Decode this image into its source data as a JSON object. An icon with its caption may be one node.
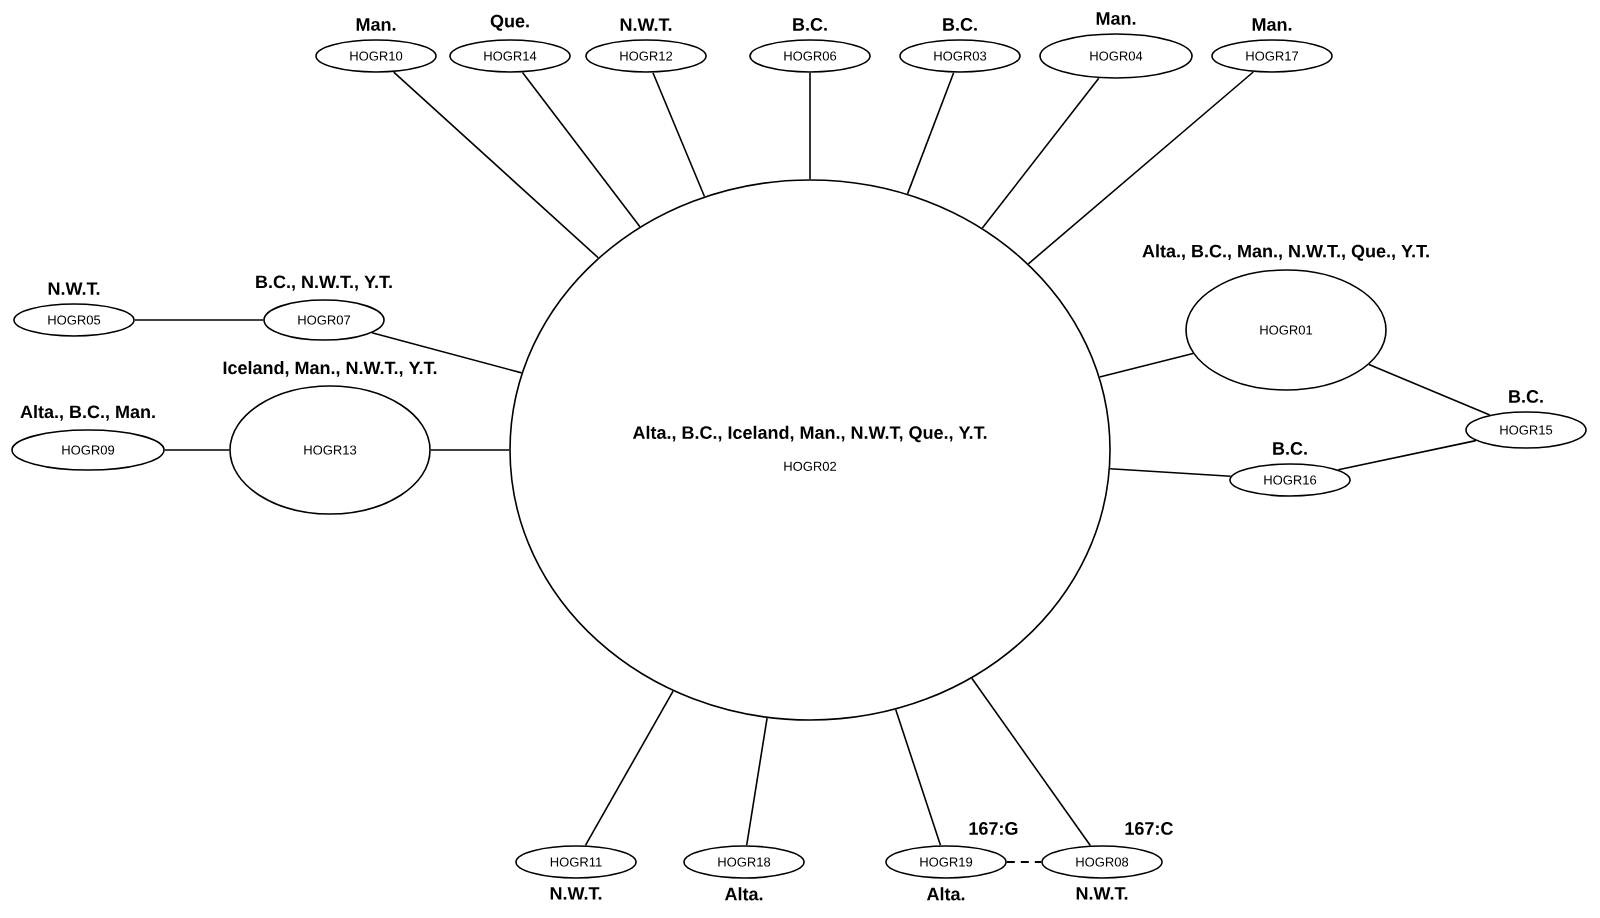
{
  "diagram": {
    "nodes": [
      {
        "text": [
          "Man.",
          "HOGR10"
        ]
      },
      {
        "text": [
          "Que.",
          "HOGR14"
        ]
      },
      {
        "text": [
          "N.W.T.",
          "HOGR12"
        ]
      },
      {
        "text": [
          "B.C.",
          "HOGR06"
        ]
      },
      {
        "text": [
          "B.C.",
          "HOGR03"
        ]
      },
      {
        "text": [
          "Man.",
          "HOGR04"
        ]
      },
      {
        "text": [
          "Man.",
          "HOGR17"
        ]
      },
      {
        "text": [
          "N.W.T.",
          "HOGR05"
        ]
      },
      {
        "text": [
          "B.C., N.W.T., Y.T.",
          "HOGR07"
        ]
      },
      {
        "text": [
          "Alta., B.C., Man., N.W.T., Que., Y.T.",
          "HOGR01"
        ]
      },
      {
        "text": [
          "Alta., B.C., Man.",
          "HOGR09"
        ]
      },
      {
        "text": [
          "Iceland, Man., N.W.T., Y.T.",
          "HOGR13"
        ]
      },
      {
        "text": [
          "Alta., B.C., Iceland, Man., N.W.T, Que., Y.T.",
          "HOGR02"
        ]
      },
      {
        "text": [
          "B.C.",
          "HOGR15"
        ]
      },
      {
        "text": [
          "B.C.",
          "HOGR16"
        ]
      },
      {
        "text": [
          "HOGR11",
          "N.W.T."
        ]
      },
      {
        "text": [
          "HOGR18",
          "Alta."
        ]
      },
      {
        "text": [
          "HOGR19",
          "Alta."
        ],
        "beside": [
          "167:G"
        ]
      },
      {
        "text": [
          "HOGR08",
          "N.W.T."
        ],
        "beside": [
          "167:C"
        ]
      }
    ],
    "edges": [
      {
        "from": 0,
        "to": 12,
        "arrow": "none"
      },
      {
        "from": 1,
        "to": 12,
        "arrow": "none"
      },
      {
        "from": 2,
        "to": 12,
        "arrow": "none"
      },
      {
        "from": 3,
        "to": 12,
        "arrow": "none"
      },
      {
        "from": 4,
        "to": 12,
        "arrow": "none"
      },
      {
        "from": 5,
        "to": 12,
        "arrow": "none"
      },
      {
        "from": 6,
        "to": 12,
        "arrow": "none"
      },
      {
        "from": 7,
        "to": 8,
        "arrow": "none"
      },
      {
        "from": 8,
        "to": 12,
        "arrow": "none"
      },
      {
        "from": 12,
        "to": 9,
        "arrow": "none"
      },
      {
        "from": 9,
        "to": 13,
        "arrow": "none"
      },
      {
        "from": 10,
        "to": 11,
        "arrow": "none"
      },
      {
        "from": 11,
        "to": 12,
        "arrow": "none"
      },
      {
        "from": 12,
        "to": 14,
        "arrow": "none"
      },
      {
        "from": 14,
        "to": 13,
        "arrow": "none"
      },
      {
        "from": 15,
        "to": 12,
        "arrow": "none"
      },
      {
        "from": 16,
        "to": 12,
        "arrow": "none"
      },
      {
        "from": 17,
        "to": 12,
        "arrow": "none"
      },
      {
        "from": 18,
        "to": 12,
        "arrow": "none"
      },
      {
        "from": 17,
        "to": 18,
        "arrow": "none",
        "style": "dashed"
      }
    ]
  }
}
